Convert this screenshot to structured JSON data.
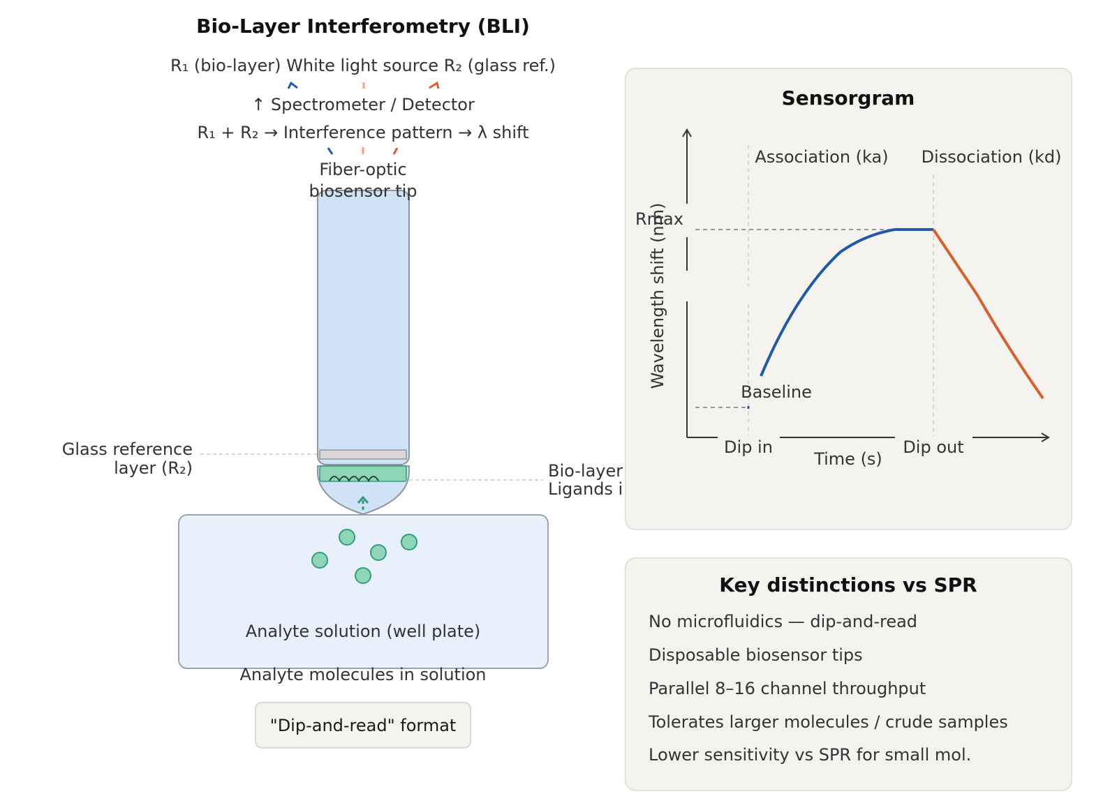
{
  "diagram": {
    "title": "Bio-Layer Interferometry (BLI)",
    "light_line": "R₁ (bio-layer) White light source R₂ (glass ref.)",
    "detector_line": "↑ Spectrometer / Detector",
    "interference_line": "R₁ + R₂ → Interference pattern → λ shift",
    "fiber_label_1": "Fiber-optic",
    "fiber_label_2": "biosensor tip",
    "glass_label_1": "Glass reference",
    "glass_label_2": "layer (R₂)",
    "biolayer_label_1": "Bio-layer",
    "biolayer_label_2": "Ligands i",
    "well_label": "Analyte solution (well plate)",
    "molecules_label": "Analyte molecules in solution",
    "format_label": "\"Dip-and-read\" format"
  },
  "colors": {
    "blue": "#1f5aa6",
    "orange": "#d9602e",
    "peach": "#f0a27c",
    "teal": "#2f9d78",
    "teal_fill": "#8fd6b8",
    "fiber_fill": "#cfe2f6",
    "well_fill": "#e8f1fb",
    "panel_fill": "#f4f3ef"
  },
  "sensorgram": {
    "title": "Sensorgram",
    "association_label": "Association (ka)",
    "dissociation_label": "Dissociation (kd)",
    "ylabel": "Wavelength shift (nm)",
    "xlabel": "Time (s)",
    "rmax_label": "Rmax",
    "baseline_label": "Baseline",
    "dip_in_label": "Dip in",
    "dip_out_label": "Dip out"
  },
  "distinctions": {
    "title": "Key distinctions vs SPR",
    "items": [
      "No microfluidics — dip-and-read",
      "Disposable biosensor tips",
      "Parallel 8–16 channel throughput",
      "Tolerates larger molecules / crude samples",
      "Lower sensitivity vs SPR for small mol."
    ]
  }
}
